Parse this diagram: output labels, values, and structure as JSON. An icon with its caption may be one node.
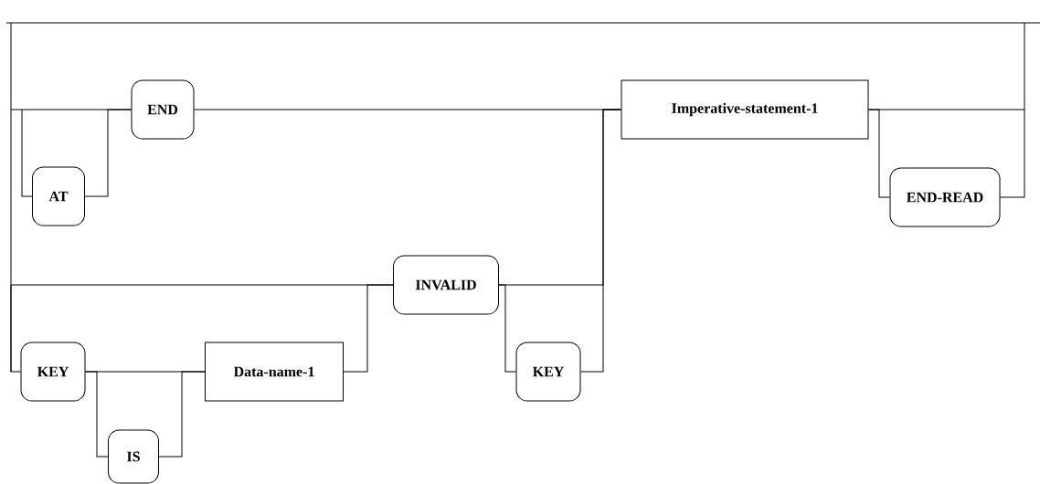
{
  "diagram": {
    "nodes": [
      {
        "text": [
          "END"
        ]
      },
      {
        "text": [
          "AT"
        ]
      },
      {
        "text": [
          "Imperative-statement-1"
        ]
      },
      {
        "text": [
          "END-READ"
        ]
      },
      {
        "text": [
          "INVALID"
        ]
      },
      {
        "text": [
          "KEY"
        ]
      },
      {
        "text": [
          "IS"
        ]
      },
      {
        "text": [
          "Data-name-1"
        ]
      },
      {
        "text": [
          "KEY"
        ]
      }
    ],
    "edges": [
      {
        "from": null,
        "to": 0,
        "arrow": "none"
      },
      {
        "from": null,
        "to": 1,
        "arrow": "none"
      },
      {
        "from": 1,
        "to": 0,
        "arrow": "none"
      },
      {
        "from": 0,
        "to": 2,
        "arrow": "none"
      },
      {
        "from": null,
        "to": 4,
        "arrow": "none"
      },
      {
        "from": null,
        "to": 5,
        "arrow": "none"
      },
      {
        "from": 5,
        "to": 7,
        "arrow": "none"
      },
      {
        "from": 5,
        "to": 6,
        "arrow": "none"
      },
      {
        "from": 6,
        "to": 7,
        "arrow": "none"
      },
      {
        "from": 7,
        "to": 4,
        "arrow": "none"
      },
      {
        "from": 4,
        "to": 2,
        "arrow": "none"
      },
      {
        "from": 4,
        "to": 8,
        "arrow": "none"
      },
      {
        "from": 8,
        "to": 2,
        "arrow": "none"
      },
      {
        "from": 2,
        "to": null,
        "arrow": "none"
      },
      {
        "from": 2,
        "to": 3,
        "arrow": "none"
      },
      {
        "from": 3,
        "to": null,
        "arrow": "none"
      }
    ]
  }
}
